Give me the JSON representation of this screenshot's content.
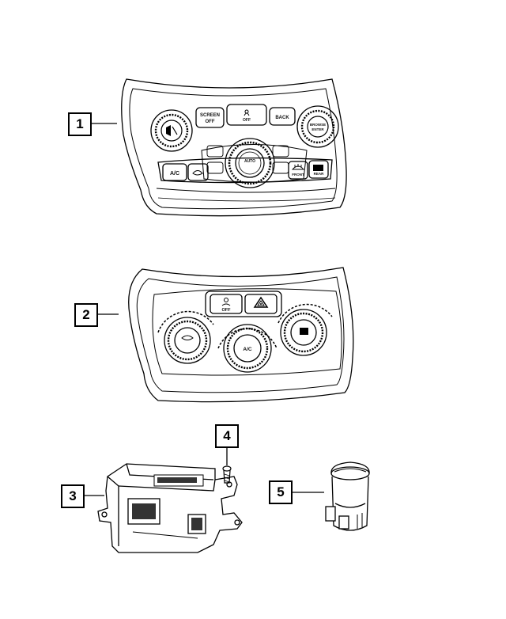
{
  "callouts": [
    {
      "number": "1",
      "part": "control-panel-with-screen-buttons"
    },
    {
      "number": "2",
      "part": "climate-control-panel"
    },
    {
      "number": "3",
      "part": "control-module"
    },
    {
      "number": "4",
      "part": "screw"
    },
    {
      "number": "5",
      "part": "push-button-switch"
    }
  ],
  "panel1": {
    "screen_off_label_top": "SCREEN",
    "screen_off_label_bottom": "OFF",
    "back_label": "BACK",
    "off_label": "OFF",
    "ac_label": "A/C",
    "auto_label": "AUTO",
    "front_label": "FRONT",
    "rear_label": "REAR",
    "browse_enter_label_top": "BROWSE",
    "browse_enter_label_bottom": "ENTER"
  },
  "panel2": {
    "off_label": "OFF",
    "ac_label": "A/C"
  },
  "colors": {
    "line": "#000000",
    "background": "#ffffff",
    "label_dark": "#111111",
    "shade": "#333333"
  }
}
